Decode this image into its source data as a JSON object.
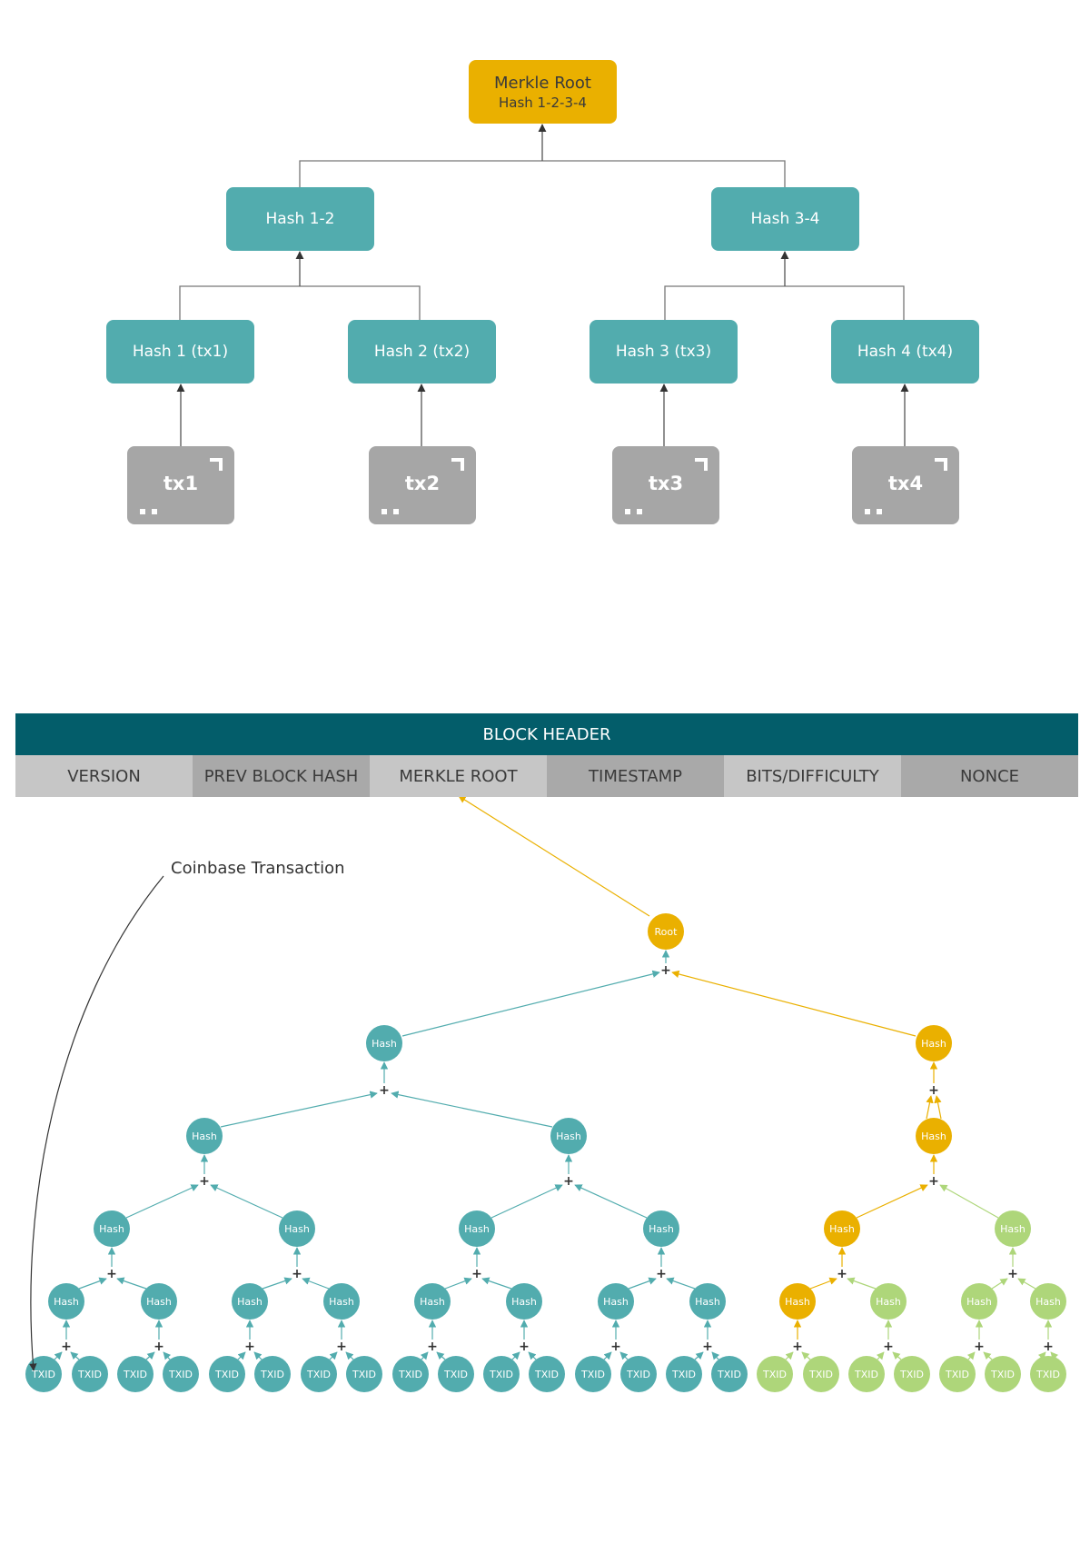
{
  "top": {
    "root": {
      "title": "Merkle Root",
      "subtitle": "Hash 1-2-3-4"
    },
    "level1": [
      "Hash 1-2",
      "Hash 3-4"
    ],
    "level2": [
      "Hash 1 (tx1)",
      "Hash 2 (tx2)",
      "Hash 3 (tx3)",
      "Hash 4 (tx4)"
    ],
    "transactions": [
      "tx1",
      "tx2",
      "tx3",
      "tx4"
    ]
  },
  "block_header": {
    "title": "BLOCK HEADER",
    "fields": [
      "VERSION",
      "PREV BLOCK HASH",
      "MERKLE ROOT",
      "TIMESTAMP",
      "BITS/DIFFICULTY",
      "NONCE"
    ]
  },
  "bottom": {
    "coinbase_label": "Coinbase Transaction",
    "root_label": "Root",
    "hash_label": "Hash",
    "txid_label": "TXID",
    "plus": "+"
  },
  "colors": {
    "teal": "#52acae",
    "gold": "#eab000",
    "light_green": "#aed67a",
    "gray": "#a6a6a6",
    "header": "#035d6a"
  }
}
